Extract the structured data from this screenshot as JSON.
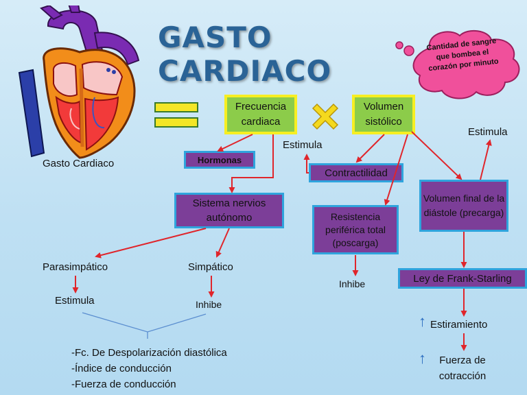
{
  "title": "GASTO CARDIACO",
  "cloud": "Cantidad de sangre que bombea el corazón por minuto",
  "heart_label": "Gasto Cardiaco",
  "equals_icon": "equals-icon",
  "times_icon": "multiply-x-icon",
  "nodes": {
    "frecuencia": "Frecuencia cardiaca",
    "volumen": "Volumen sistólico",
    "hormonas": "Hormonas",
    "sistema": "Sistema nervios autónomo",
    "contractilidad": "Contractilidad",
    "resistencia": "Resistencia periférica total (poscarga)",
    "volumen_final": "Volumen final de la diástole (precarga)",
    "frank": "Ley de Frank-Starling"
  },
  "labels": {
    "estimula_mid": "Estimula",
    "estimula_right": "Estimula",
    "parasimpatico": "Parasimpático",
    "simpatico": "Simpático",
    "estimula_left": "Estimula",
    "inhibe_left": "Inhibe",
    "inhibe_right": "Inhibe",
    "estiramiento": "Estiramiento",
    "fuerza": "Fuerza de cotracción",
    "up_arrow": "↑"
  },
  "effects": [
    "-Fc. De Despolarización diastólica",
    "-Índice de conducción",
    "-Fuerza de conducción"
  ],
  "colors": {
    "title": "#2a6396",
    "arrow": "#e0252b",
    "green_box": "#8ccc4a",
    "green_border": "#f7ee22",
    "purple_box": "#7c3e98",
    "purple_border": "#2fa4dd",
    "cloud": "#f0509b"
  }
}
